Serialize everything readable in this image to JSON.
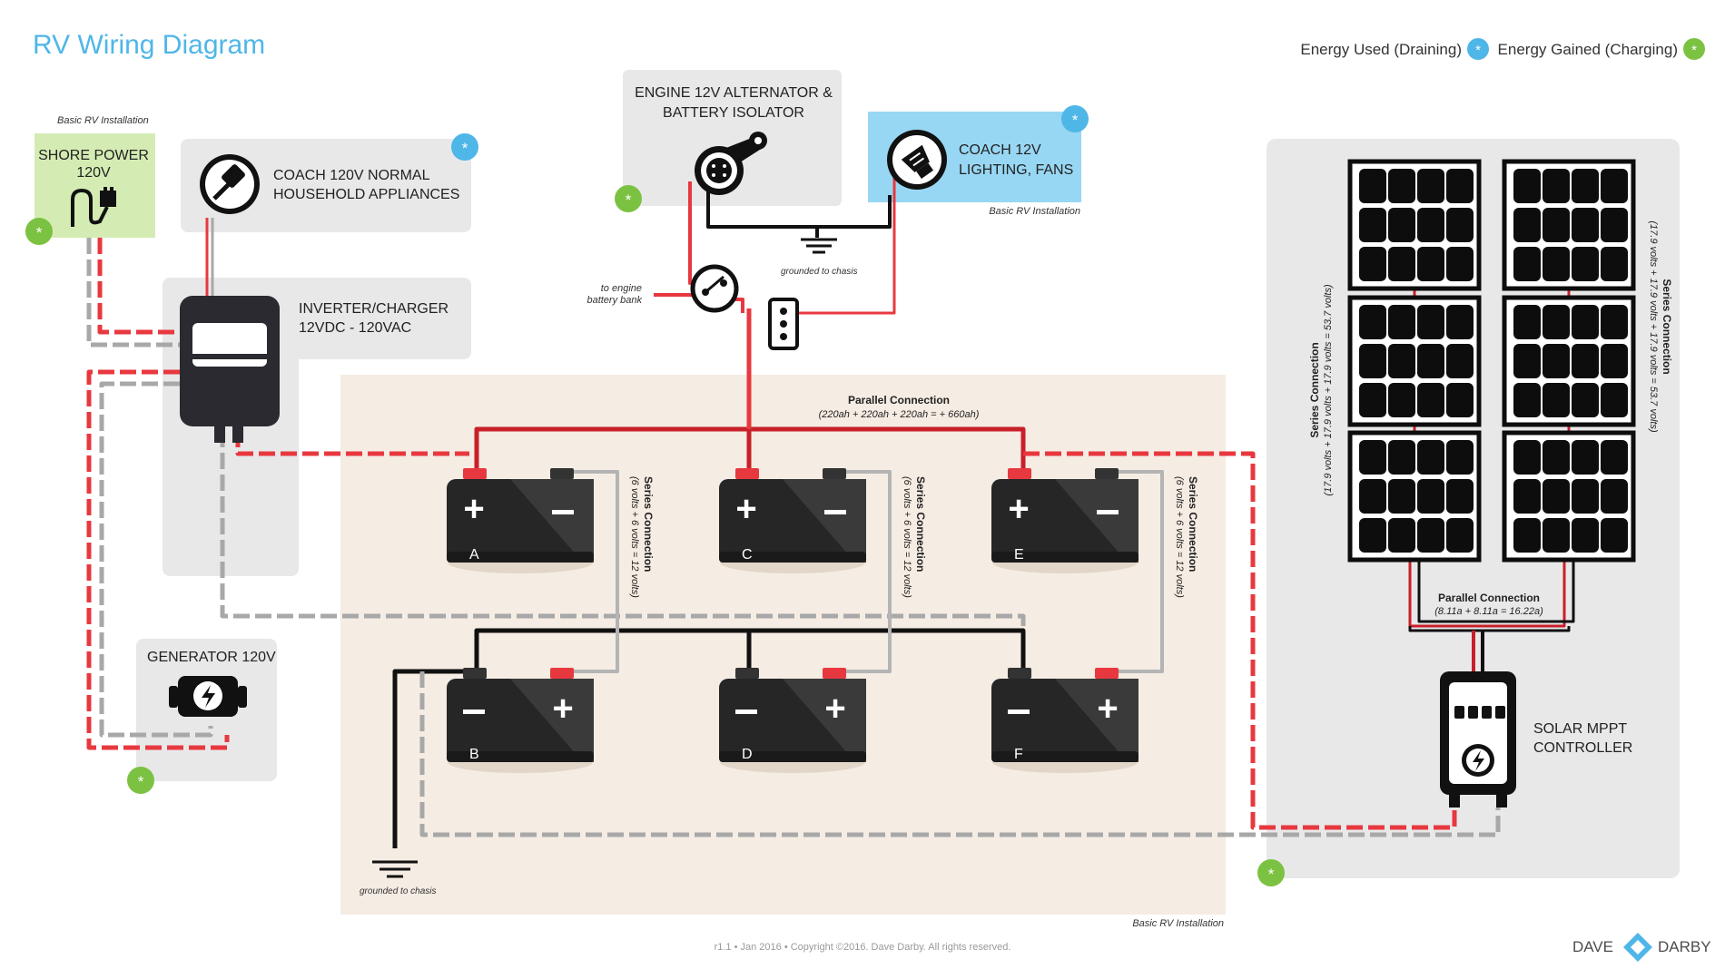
{
  "title": "RV Wiring Diagram",
  "legend": {
    "used_label": "Energy Used (Draining)",
    "gained_label": "Energy Gained (Charging)",
    "used_color": "#4fb6e8",
    "gained_color": "#7cc242"
  },
  "colors": {
    "red_wire": "#e8383f",
    "gray_wire": "#a8a8a8",
    "black_wire": "#111111",
    "panel_bg": "#e8e8e9",
    "battery_area_bg": "#f5ece3",
    "shore_bg": "#d4ecb3",
    "lighting_bg": "#98d7f3",
    "title_color": "#4fb6e8"
  },
  "notes": {
    "basic_rv_installation": "Basic RV Installation",
    "grounded_to_chasis": "grounded to chasis",
    "to_engine_battery_bank_line1": "to engine",
    "to_engine_battery_bank_line2": "battery bank"
  },
  "shore_power": {
    "line1": "SHORE POWER",
    "line2": "120V"
  },
  "appliances": {
    "line1": "COACH 120V NORMAL",
    "line2": "HOUSEHOLD APPLIANCES"
  },
  "inverter": {
    "line1": "INVERTER/CHARGER",
    "line2": "12VDC - 120VAC"
  },
  "generator": {
    "label": "GENERATOR 120V"
  },
  "engine": {
    "line1": "ENGINE 12V ALTERNATOR &",
    "line2": "BATTERY ISOLATOR"
  },
  "lighting": {
    "line1": "COACH 12V",
    "line2": "LIGHTING, FANS"
  },
  "battery_bank": {
    "parallel_title": "Parallel Connection",
    "parallel_formula": "(220ah + 220ah + 220ah =  + 660ah)",
    "series_title": "Series Connection",
    "series_formula": "(6 volts + 6 volts = 12 volts)",
    "batteries": [
      "A",
      "B",
      "C",
      "D",
      "E",
      "F"
    ]
  },
  "solar": {
    "series_title": "Series Connection",
    "series_formula": "(17.9 volts + 17.9 volts + 17.9 volts = 53.7 volts)",
    "parallel_title": "Parallel Connection",
    "parallel_formula": "(8.11a + 8.11a = 16.22a)",
    "controller_line1": "SOLAR MPPT",
    "controller_line2": "CONTROLLER"
  },
  "footer": {
    "copyright": "r1.1  •  Jan 2016  •  Copyright ©2016. Dave Darby.  All rights reserved.",
    "brand_left": "DAVE",
    "brand_right": "DARBY"
  }
}
